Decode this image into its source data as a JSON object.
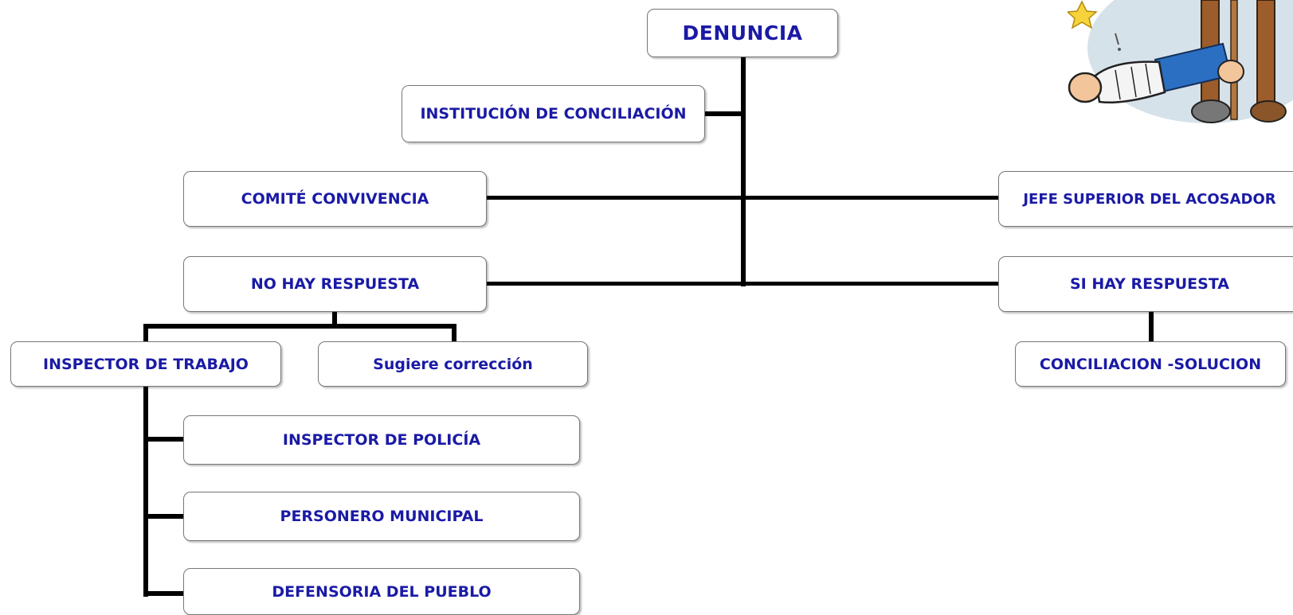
{
  "colors": {
    "node_text": "#1a1aa6",
    "node_border": "#777777",
    "connector": "#000000",
    "background": "#ffffff"
  },
  "nodes": {
    "root": "DENUNCIA",
    "institucion": "INSTITUCIÓN DE CONCILIACIÓN",
    "comite": "COMITÉ CONVIVENCIA",
    "jefe": "JEFE SUPERIOR DEL ACOSADOR",
    "no_respuesta": "NO HAY RESPUESTA",
    "si_respuesta": "SI HAY RESPUESTA",
    "inspector_trabajo": "INSPECTOR DE TRABAJO",
    "sugiere": "Sugiere corrección",
    "conciliacion": "CONCILIACION -SOLUCION",
    "inspector_policia": "INSPECTOR DE POLICÍA",
    "personero": "PERSONERO MUNICIPAL",
    "defensoria": "DEFENSORIA DEL PUEBLO"
  },
  "decoration": {
    "illustration": "cartoon-injured-worker-illustration"
  }
}
